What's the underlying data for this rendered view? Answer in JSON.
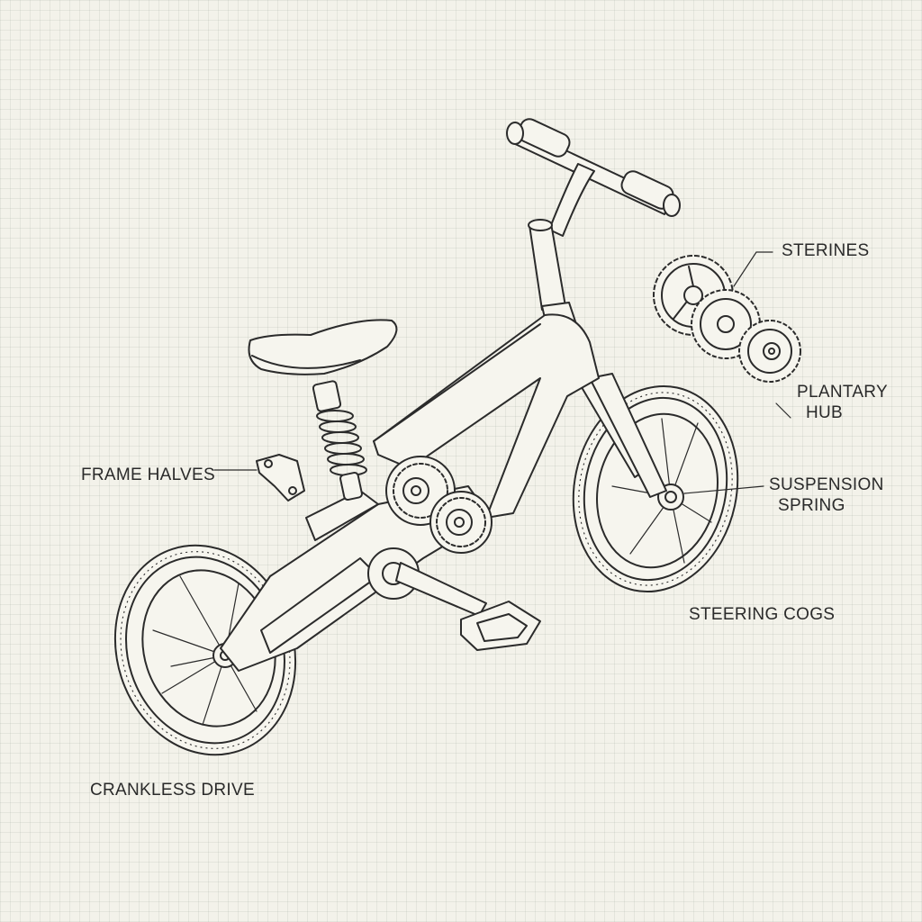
{
  "labels": {
    "sterines": "STERINES",
    "plantary_line1": "PLANTARY",
    "plantary_line2": "HUB",
    "frame_halves": "FRAME HALVES",
    "suspension_line1": "SUSPENSION",
    "suspension_line2": "SPRING",
    "steering_cogs": "STEERING COGS",
    "crankless_drive": "CRANKLESS DRIVE"
  },
  "colors": {
    "paper": "#f3f2ea",
    "ink": "#2b2b2b",
    "grid": "#c8ccc4"
  }
}
